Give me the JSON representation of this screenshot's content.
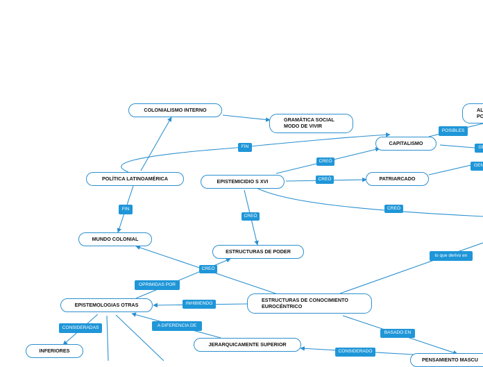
{
  "colors": {
    "line": "#2a8fcf",
    "label_bg": "#1f96d8",
    "node_border": "#2a8fcf"
  },
  "nodes": {
    "colonialismo_interno": "COLONIALISMO INTERNO",
    "gramatica_social": "GRAMÁTICA SOCIAL\nMODO DE VIVIR",
    "al_po": "AL\nPO",
    "capitalismo": "CAPITALISMO",
    "politica_latinoamerica": "POLÍTICA LATINOAMÉRICA",
    "epistemicidio": "EPISTEMICIDIO S XVI",
    "patriarcado": "PATRIARCADO",
    "mundo_colonial": "MUNDO COLONIAL",
    "estructuras_poder": "ESTRUCTURAS DE PODER",
    "epistemologias_otras": "EPISTEMOLOGIAS OTRAS",
    "estructuras_conocimiento": "ESTRUCTURAS DE CONOCIMIENTO\nEUROCÉNTRICO",
    "inferiores": "INFERIORES",
    "jerarquicamente_superior": "JERARQUICAMENTE SUPERIOR",
    "pensamiento_masculino": "PENSAMIENTO MASCU"
  },
  "labels": {
    "posibles": "POSIBLES",
    "ge_1": "GE",
    "gen_2": "GEN",
    "fin_top": "FIN",
    "creo_1": "CREÓ",
    "creo_2": "CREÓ",
    "creo_3": "CREÓ",
    "fin_left": "FIN",
    "creo_4": "CREÓ",
    "creo_5": "CREÓ",
    "lo_que_derivo": "lo que derivo en",
    "oprimidas_por": "OPRIMIDAS POR",
    "inhibiendo": "INHIBIENDO",
    "consideradas": "CONSIDERADAS",
    "a_diferencia_de": "A DIFERENCIA DE",
    "basado_en": "BASADO EN",
    "considerado": "CONSIDERADO"
  }
}
